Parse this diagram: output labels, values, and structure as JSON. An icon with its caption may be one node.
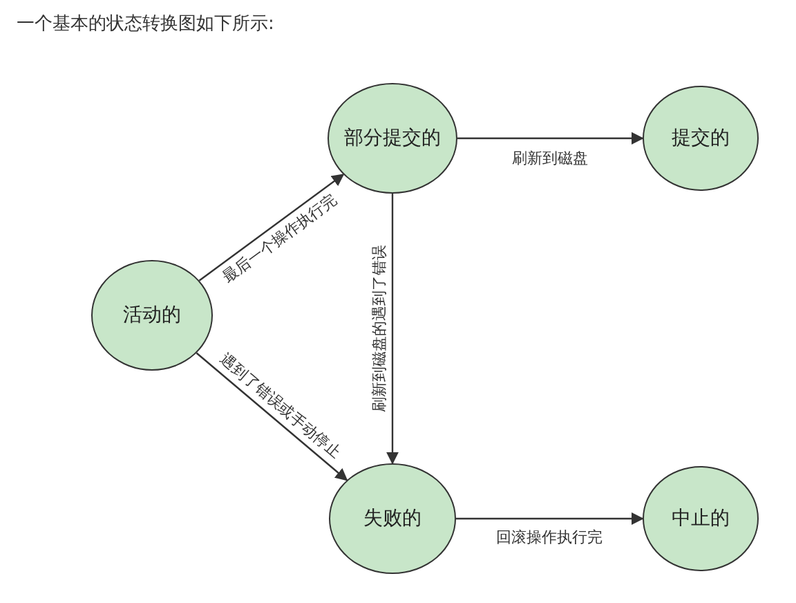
{
  "diagram": {
    "title": "一个基本的状态转换图如下所示:",
    "nodes": [
      {
        "text": [
          "部分提交的"
        ]
      },
      {
        "text": [
          "提交的"
        ]
      },
      {
        "text": [
          "活动的"
        ]
      },
      {
        "text": [
          "失败的"
        ]
      },
      {
        "text": [
          "中止的"
        ]
      }
    ],
    "edges": [
      {
        "from": 2,
        "to": 0,
        "arrow": "to",
        "label": "最后一个操作执行完"
      },
      {
        "from": 0,
        "to": 1,
        "arrow": "to",
        "label": "刷新到磁盘"
      },
      {
        "from": 0,
        "to": 3,
        "arrow": "to",
        "label": "刷新到磁盘的遇到了错误"
      },
      {
        "from": 2,
        "to": 3,
        "arrow": "to",
        "label": "遇到了错误或手动停止"
      },
      {
        "from": 3,
        "to": 4,
        "arrow": "to",
        "label": "回滚操作执行完"
      }
    ]
  }
}
